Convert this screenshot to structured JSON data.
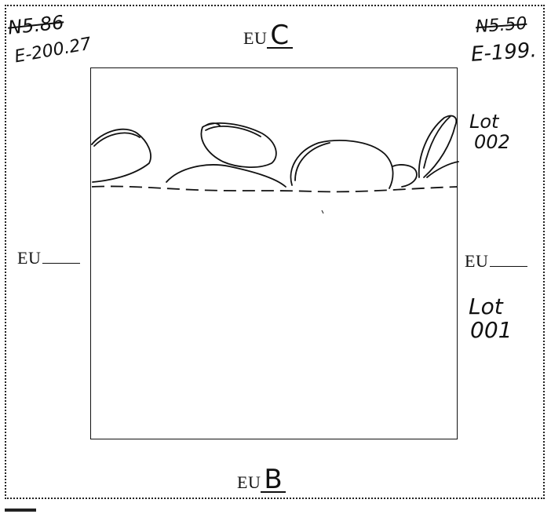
{
  "top_left": {
    "north": "N5.86",
    "east": "E-200.27"
  },
  "top_right": {
    "north": "N5.50",
    "east": "E-199."
  },
  "labels": {
    "north": "EU",
    "north_letter": "C",
    "west": "EU",
    "east": "EU",
    "south": "EU",
    "south_letter": "B"
  },
  "lots": {
    "upper": {
      "line1": "Lot",
      "line2": "002"
    },
    "lower": {
      "line1": "Lot",
      "line2": "001"
    }
  }
}
